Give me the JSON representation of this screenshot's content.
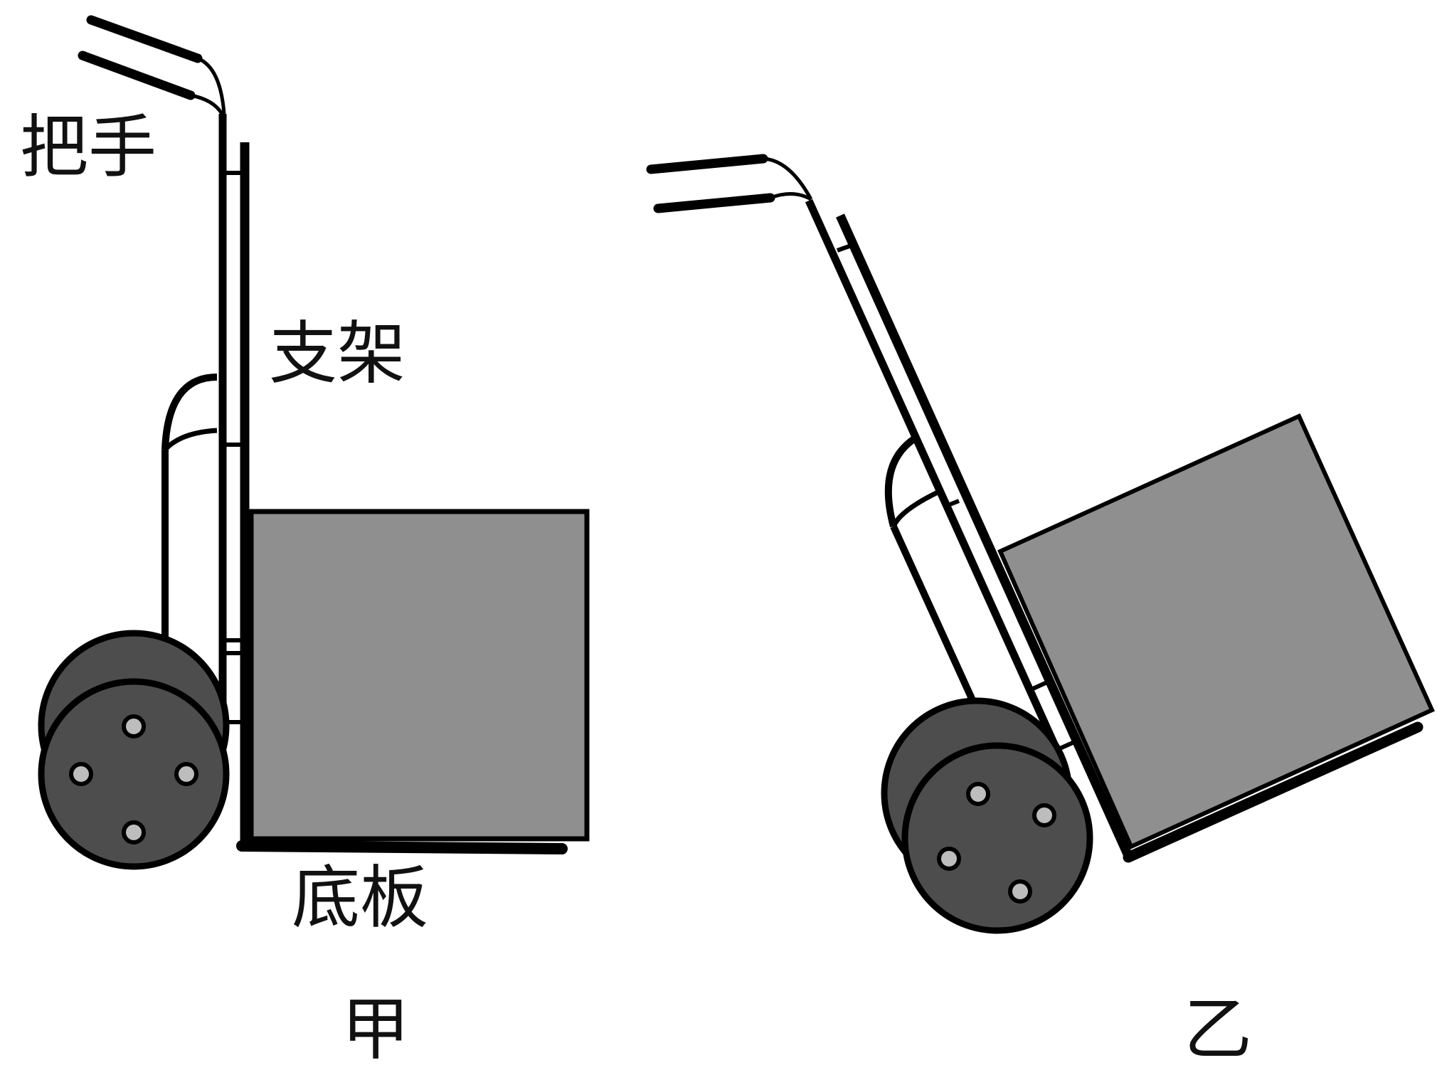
{
  "figure": {
    "panels": [
      {
        "id": "jia",
        "caption": "甲",
        "labels": {
          "handle": "把手",
          "frame": "支架",
          "base_plate": "底板"
        }
      },
      {
        "id": "yi",
        "caption": "乙"
      }
    ],
    "colors": {
      "stroke": "#000000",
      "wheel_fill": "#4d4d4d",
      "box_fill": "#8f8f8f",
      "hub_fill": "#bdbdbd",
      "background": "#ffffff"
    }
  }
}
